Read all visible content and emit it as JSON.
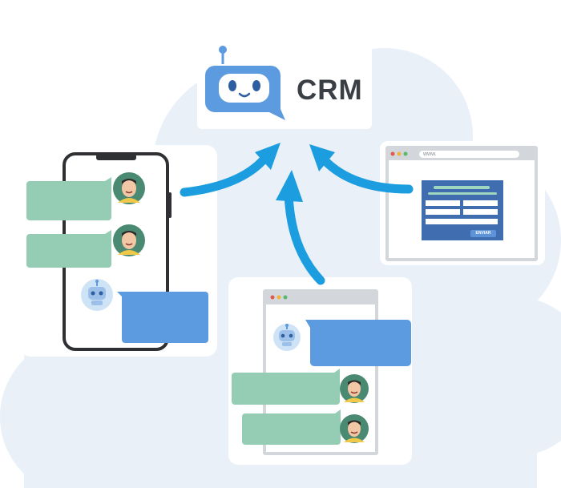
{
  "crm": {
    "label": "CRM"
  },
  "web_form": {
    "url": "www.",
    "submit_label": "ENVIAR"
  },
  "icons": {
    "bot": "robot-chat-icon",
    "user": "user-avatar-icon",
    "arrow": "curved-arrow-icon"
  },
  "colors": {
    "cloud": "#e9f0f8",
    "bubble_green": "#94ccb4",
    "bubble_blue": "#5c9be0",
    "arrow": "#1c9de0",
    "crm_text": "#3a3e45",
    "form_panel": "#3f6db0"
  }
}
